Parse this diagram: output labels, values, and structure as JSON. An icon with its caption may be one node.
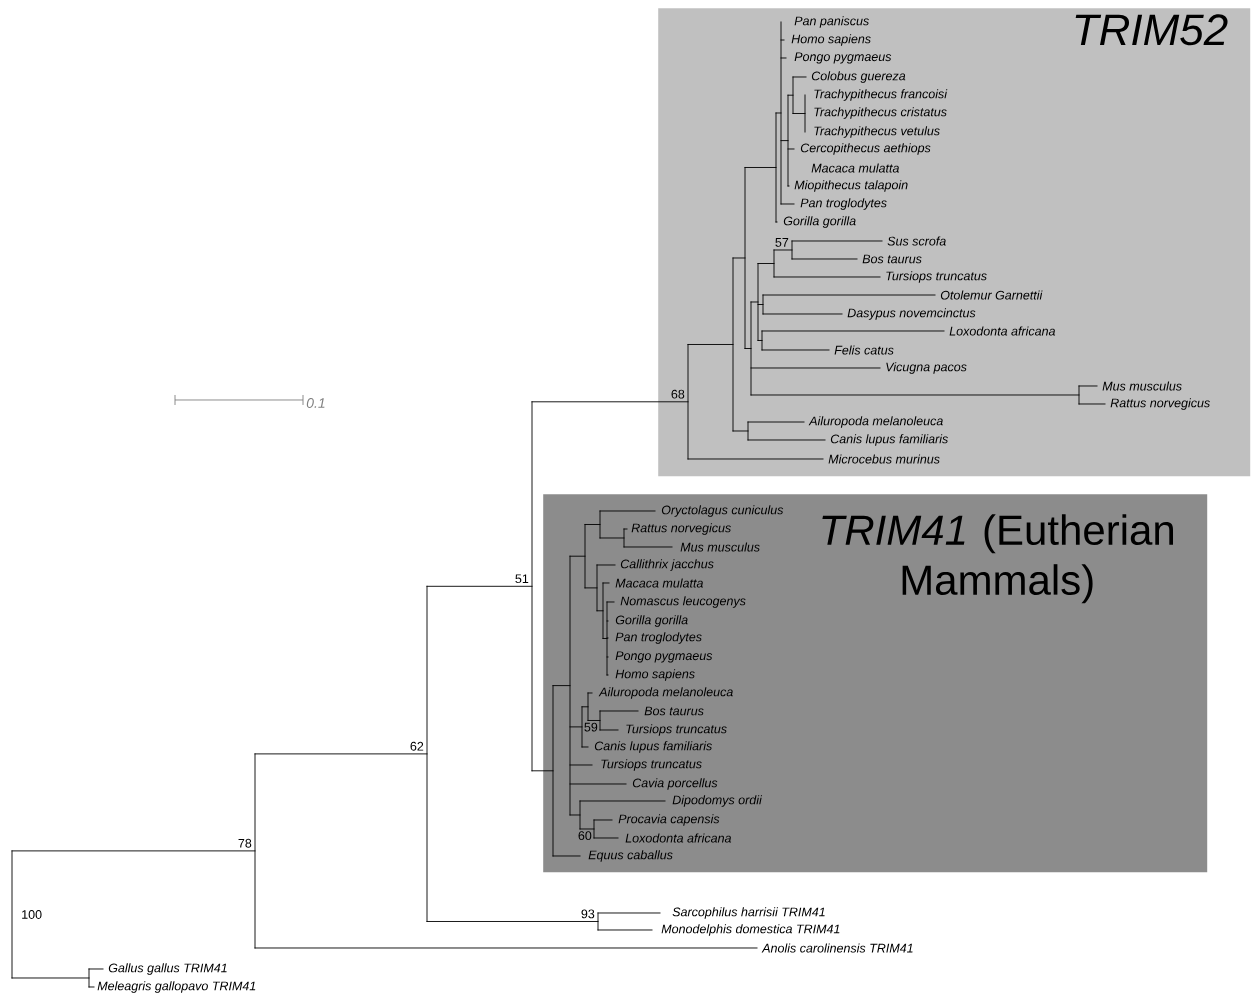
{
  "diagram": {
    "nodes": [
      {
        "text": [
          "TRIM52"
        ]
      },
      {
        "text": [
          "*TRIM41* (Eutherian Mammals)"
        ]
      }
    ],
    "labels": [
      "Pan paniscus",
      "Homo sapiens",
      "Pongo pygmaeus",
      "Colobus guereza",
      "Trachypithecus francoisi",
      "Trachypithecus cristatus",
      "Trachypithecus vetulus",
      "Cercopithecus aethiops",
      "Macaca mulatta",
      "Miopithecus talapoin",
      "Pan troglodytes",
      "Gorilla gorilla",
      "Sus scrofa",
      "Bos taurus",
      "Tursiops truncatus",
      "Otolemur Garnettii",
      "Dasypus novemcinctus",
      "Loxodonta africana",
      "Felis catus",
      "Vicugna pacos",
      "Mus musculus",
      "Rattus norvegicus",
      "Ailuropoda melanoleuca",
      "Canis lupus familiaris",
      "Microcebus murinus",
      "Oryctolagus cuniculus",
      "Rattus norvegicus",
      "Mus musculus",
      "Callithrix jacchus",
      "Macaca mulatta",
      "Nomascus leucogenys",
      "Gorilla gorilla",
      "Pan troglodytes",
      "Pongo pygmaeus",
      "Homo sapiens",
      "Ailuropoda melanoleuca",
      "Bos taurus",
      "Tursiops truncatus",
      "Canis lupus familiaris",
      "Tursiops truncatus",
      "Cavia porcellus",
      "Dipodomys ordii",
      "Procavia capensis",
      "Loxodonta africana",
      "Equus caballus",
      "Sarcophilus harrisii TRIM41",
      "Monodelphis domestica TRIM41",
      "Anolis carolinensis TRIM41",
      "Gallus gallus TRIM41",
      "Meleagris gallopavo TRIM41",
      "0.1",
      "57",
      "68",
      "51",
      "59",
      "62",
      "78",
      "60",
      "93",
      "100"
    ]
  }
}
